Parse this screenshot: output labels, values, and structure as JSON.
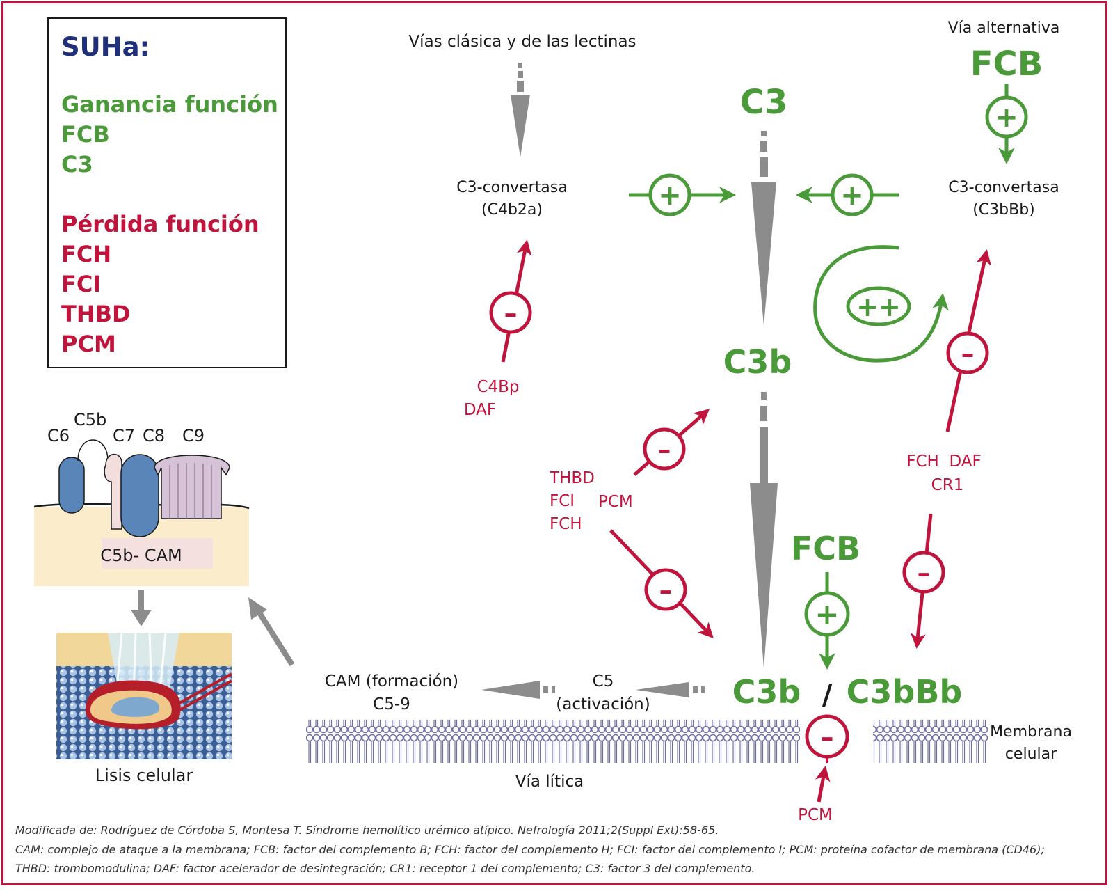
{
  "colors": {
    "red": "#c0143c",
    "green": "#4a9a3a",
    "navy": "#1f2f7a",
    "gray": "#8c8c8c",
    "text": "#1a1a1a"
  },
  "legend_box": {
    "title": "SUHa:",
    "gain_heading": "Ganancia función",
    "gain_items": [
      "FCB",
      "C3"
    ],
    "loss_heading": "Pérdida función",
    "loss_items": [
      "FCH",
      "FCI",
      "THBD",
      "PCM"
    ]
  },
  "mac": {
    "components": {
      "c6": "C6",
      "c5b": "C5b",
      "c7": "C7",
      "c8": "C8",
      "c9": "C9"
    },
    "complex_label": "C5b- CAM",
    "lysis_label": "Lisis celular"
  },
  "pathway": {
    "classic_title": "Vías clásica y de las lectinas",
    "alt_title": "Vía alternativa",
    "alt_factor": "FCB",
    "c3": "C3",
    "classic_convertase": [
      "C3-convertasa",
      "(C4b2a)"
    ],
    "alt_convertase": [
      "C3-convertasa",
      "(C3bBb)"
    ],
    "c3b_mid": "C3b",
    "c3b_bottom": "C3b",
    "separator": "/",
    "c3bbb": "C3bBb",
    "fcb_bottom": "FCB",
    "plus": "+",
    "plusplus": "++",
    "minus": "–",
    "inhibitors_classic": [
      "C4Bp",
      "DAF"
    ],
    "inhibitors_left": [
      "THBD",
      "FCI",
      "FCH"
    ],
    "inhibitor_pcm_left": "PCM",
    "inhibitors_right": [
      "FCH  DAF",
      "CR1"
    ],
    "inhibitor_pcm_bottom": "PCM",
    "c5": [
      "C5",
      "(activación)"
    ],
    "mac_formation": [
      "CAM (formación)",
      "C5-9"
    ],
    "membrane": [
      "Membrana",
      "celular"
    ],
    "lytic": "Vía lítica"
  },
  "footnote": [
    "Modificada de: Rodríguez de Córdoba S, Montesa T. Síndrome hemolítico urémico atípico. Nefrología 2011;2(Suppl Ext):58-65.",
    "CAM: complejo de ataque a la membrana; FCB: factor del complemento B; FCH: factor del complemento H; FCI: factor del complemento I; PCM: proteína cofactor de membrana (CD46);",
    "THBD: trombomodulina; DAF: factor acelerador de desintegración; CR1: receptor 1 del complemento; C3: factor 3 del complemento."
  ]
}
